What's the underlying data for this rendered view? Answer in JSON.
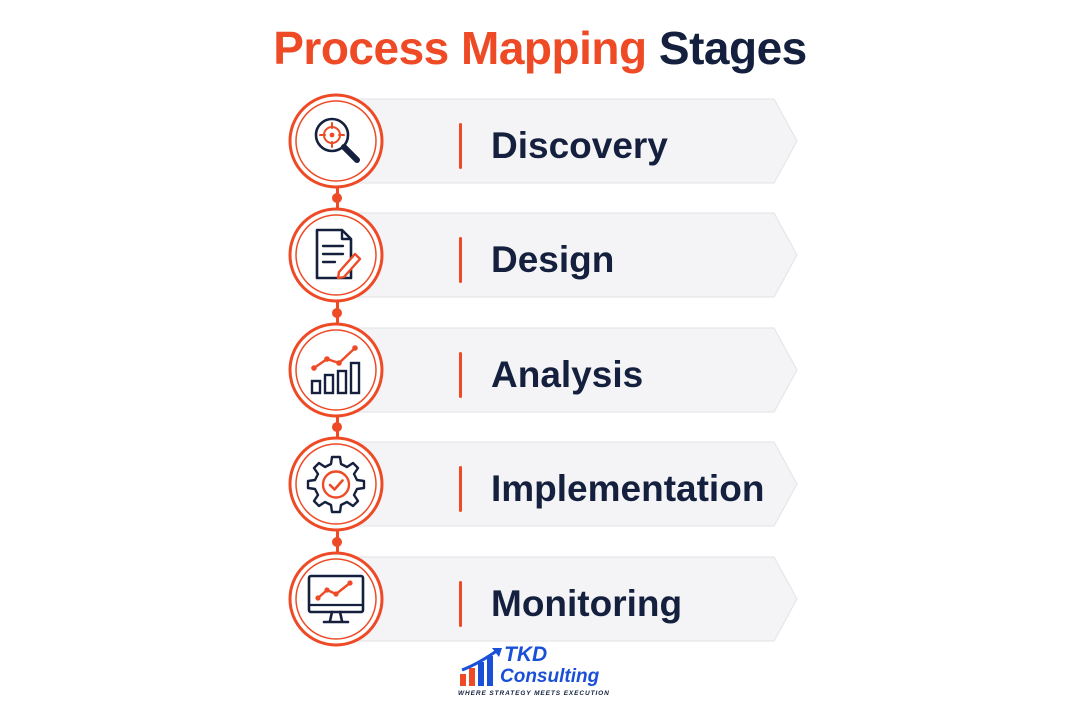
{
  "title": {
    "accent": "Process Mapping",
    "dark": "Stages"
  },
  "colors": {
    "accent": "#ee4a26",
    "dark": "#14203d",
    "card": "#f4f4f6",
    "logo_blue": "#1a4fd8"
  },
  "stages": [
    {
      "label": "Discovery",
      "icon": "magnifier-target-icon"
    },
    {
      "label": "Design",
      "icon": "document-pencil-icon"
    },
    {
      "label": "Analysis",
      "icon": "bar-chart-trend-icon"
    },
    {
      "label": "Implementation",
      "icon": "gear-check-icon"
    },
    {
      "label": "Monitoring",
      "icon": "monitor-chart-icon"
    }
  ],
  "logo": {
    "name_line1": "TKD",
    "name_line2": "Consulting",
    "tagline": "WHERE STRATEGY MEETS EXECUTION"
  }
}
